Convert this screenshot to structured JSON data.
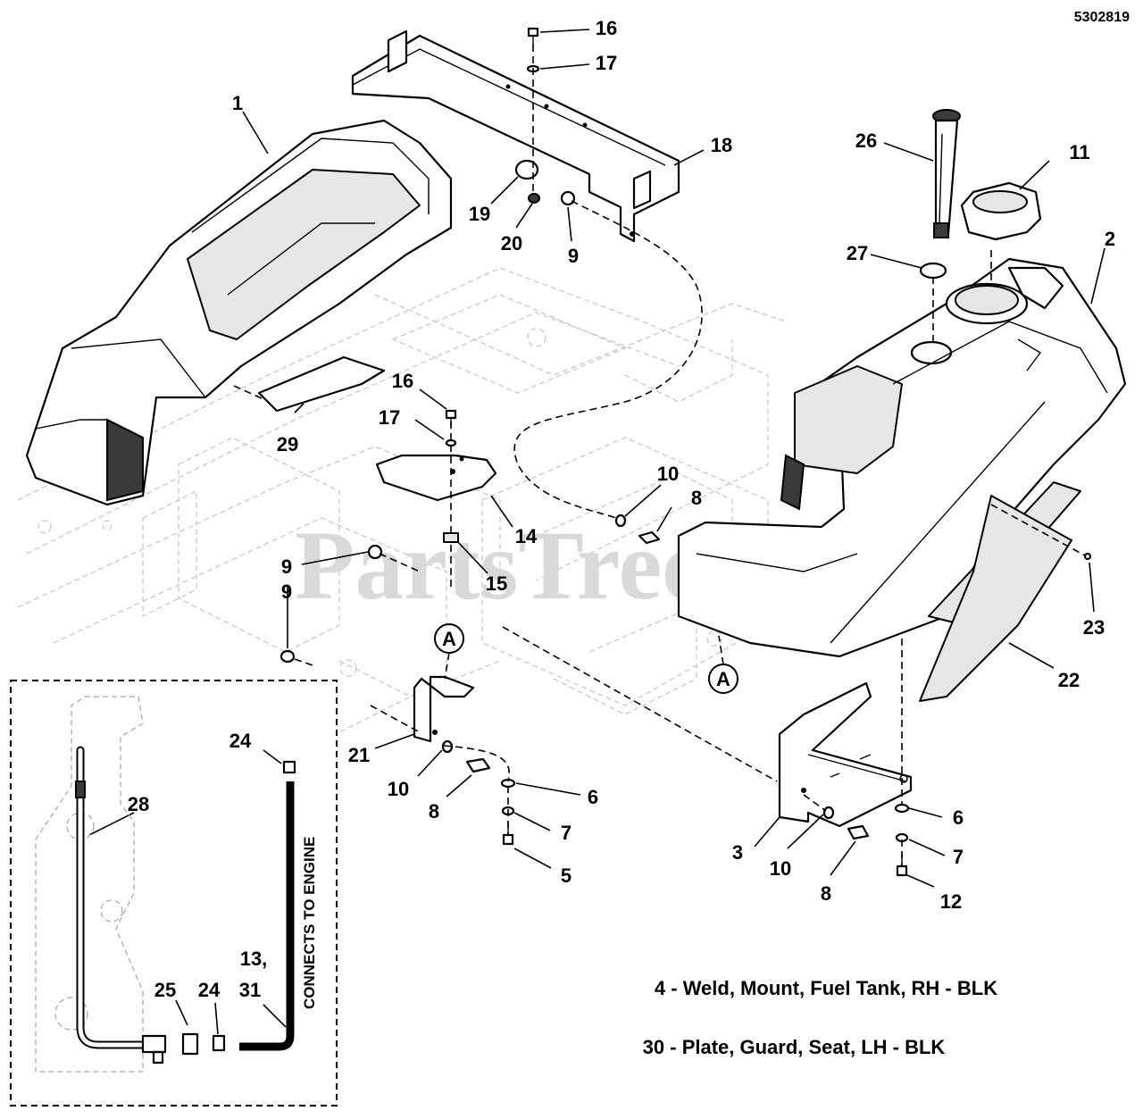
{
  "document": {
    "id": "5302819",
    "watermark": "PartsTree"
  },
  "callouts": {
    "c1": "1",
    "c2": "2",
    "c3": "3",
    "c5": "5",
    "c6a": "6",
    "c6b": "6",
    "c7a": "7",
    "c7b": "7",
    "c8a": "8",
    "c8b": "8",
    "c8c": "8",
    "c9a": "9",
    "c9b": "9",
    "c9c": "9",
    "c10a": "10",
    "c10b": "10",
    "c10c": "10",
    "c11": "11",
    "c12": "12",
    "c13": "13,",
    "c31": "31",
    "c14": "14",
    "c15": "15",
    "c16a": "16",
    "c16b": "16",
    "c17a": "17",
    "c17b": "17",
    "c18": "18",
    "c19": "19",
    "c20": "20",
    "c21": "21",
    "c22": "22",
    "c23": "23",
    "c24a": "24",
    "c24b": "24",
    "c25": "25",
    "c26": "26",
    "c27": "27",
    "c28": "28",
    "c29": "29"
  },
  "reference_marks": {
    "a1": "A",
    "a2": "A"
  },
  "inset": {
    "vertical_label": "CONNECTS TO ENGINE"
  },
  "notes": [
    "4 - Weld, Mount, Fuel Tank, RH - BLK",
    "30 - Plate, Guard, Seat, LH - BLK"
  ]
}
